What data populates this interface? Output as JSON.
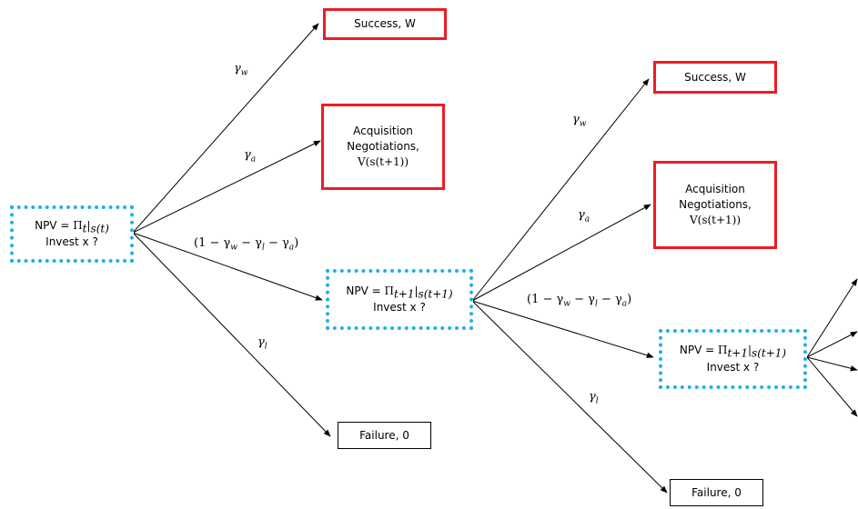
{
  "nodes": {
    "npv_t": {
      "line1_prefix": "NPV = ",
      "line1_math": "Π",
      "line1_sub_t": "t",
      "line1_bar": "|",
      "line1_sub_s": "s(t)",
      "line2": "Invest x ?"
    },
    "npv_t1_a": {
      "line1_prefix": "NPV = ",
      "line1_math": "Π",
      "line1_sub_t": "t+1",
      "line1_bar": "|",
      "line1_sub_s": "s(t+1)",
      "line2": "Invest x ?"
    },
    "npv_t1_b": {
      "line1_prefix": "NPV = ",
      "line1_math": "Π",
      "line1_sub_t": "t+1",
      "line1_bar": "|",
      "line1_sub_s": "s(t+1)",
      "line2": "Invest x ?"
    },
    "success_1": {
      "text": "Success, W"
    },
    "success_2": {
      "text": "Success, W"
    },
    "acq_1": {
      "line1": "Acquisition",
      "line2": "Negotiations,",
      "line3": "V(s(t+1))"
    },
    "acq_2": {
      "line1": "Acquisition",
      "line2": "Negotiations,",
      "line3": "V(s(t+1))"
    },
    "failure_1": {
      "text": "Failure, 0"
    },
    "failure_2": {
      "text": "Failure, 0"
    }
  },
  "edge_labels": {
    "gamma_w": "γ",
    "gamma_w_sub": "w",
    "gamma_a": "γ",
    "gamma_a_sub": "a",
    "gamma_l": "γ",
    "gamma_l_sub": "l",
    "continue": "(1 − γ",
    "continue_w": "w",
    "continue_mid1": " − γ",
    "continue_l": "l",
    "continue_mid2": " − γ",
    "continue_a": "a",
    "continue_end": ")"
  }
}
